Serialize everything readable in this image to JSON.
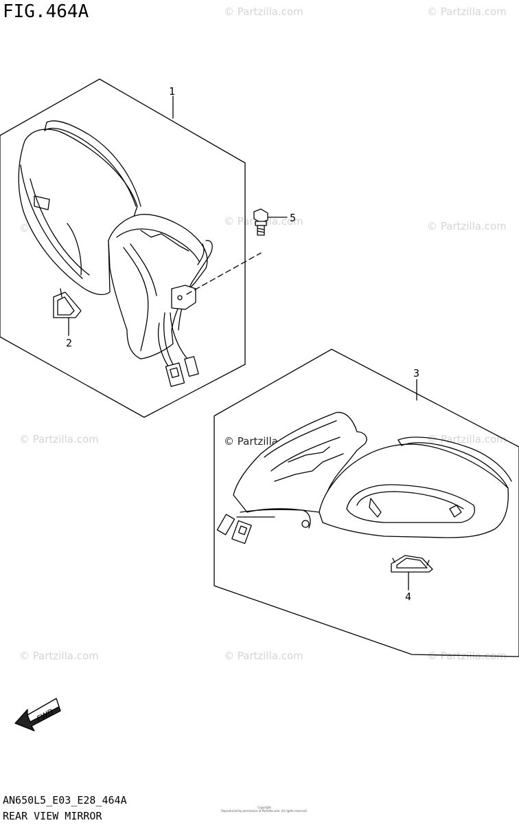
{
  "figure": {
    "title": "FIG.464A",
    "model_code": "AN650L5_E03_E28_464A",
    "name": "REAR VIEW MIRROR",
    "copyright_line1": "Copyright",
    "copyright_line2": "Reproduced by permission of Partzilla.com. All rights reserved."
  },
  "watermark": "© Partzilla.com",
  "fwd_label": "FWD",
  "callouts": [
    {
      "number": "1"
    },
    {
      "number": "2"
    },
    {
      "number": "3"
    },
    {
      "number": "4"
    },
    {
      "number": "5"
    }
  ]
}
